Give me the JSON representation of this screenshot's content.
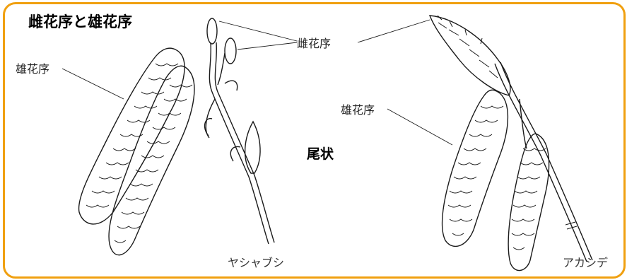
{
  "title": "雌花序と雄花序",
  "center_label": "尾状",
  "labels": {
    "left_male": "雄花序",
    "female": "雌花序",
    "right_male": "雄花序"
  },
  "captions": {
    "left_plant": "ヤシャブシ",
    "right_plant": "アカシデ"
  },
  "colors": {
    "frame": "#f0a010",
    "ink": "#1a1a1a"
  }
}
